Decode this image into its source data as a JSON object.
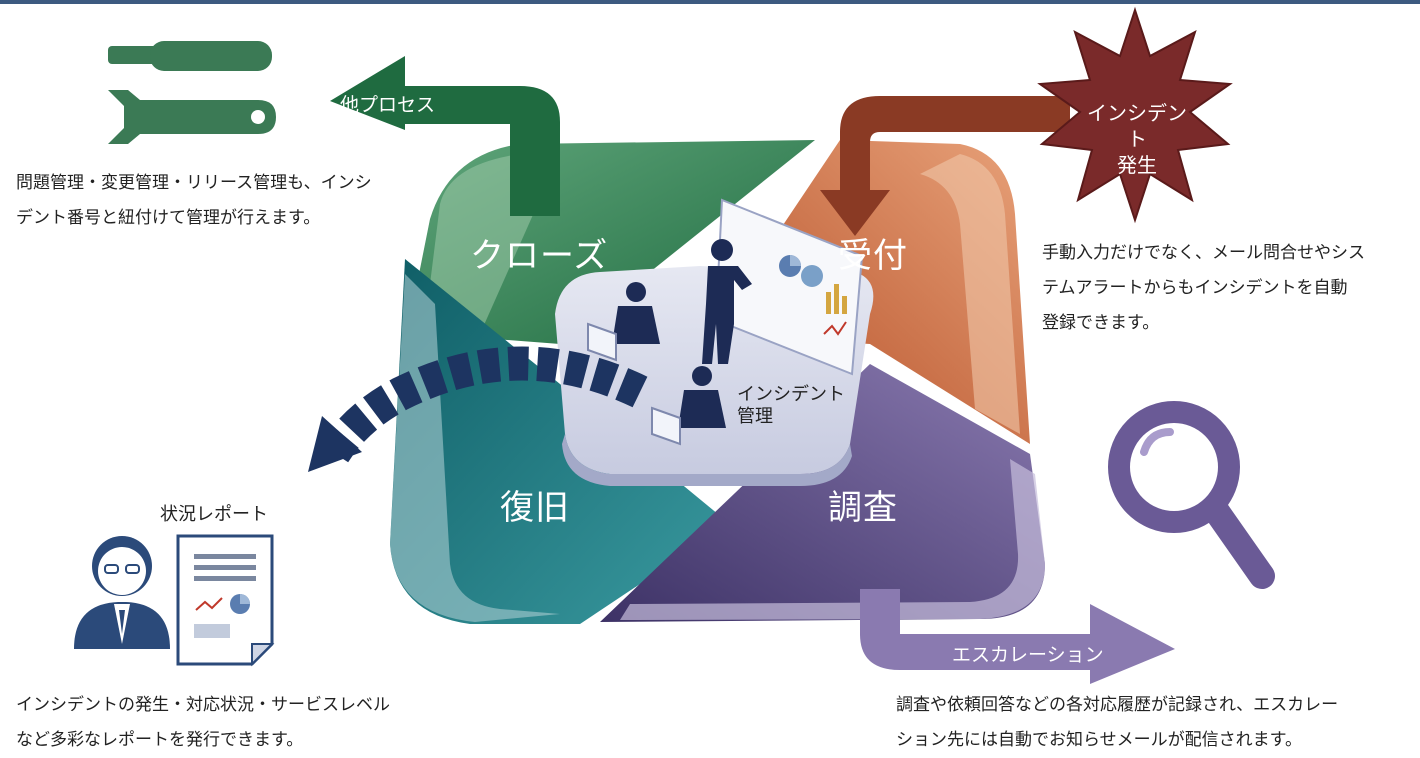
{
  "phases": {
    "close": "クローズ",
    "accept": "受付",
    "recover": "復旧",
    "investigate": "調査"
  },
  "center": {
    "line1": "インシデント",
    "line2": "管理"
  },
  "incident_burst": {
    "line1": "インシデント",
    "line2": "発生"
  },
  "arrows": {
    "other_process": "他プロセス",
    "escalation": "エスカレーション"
  },
  "report_label": "状況レポート",
  "descriptions": {
    "top_left": [
      "問題管理・変更管理・リリース管理も、インシ",
      "デント番号と紐付けて管理が行えます。"
    ],
    "right": [
      "手動入力だけでなく、メール問合せやシス",
      "テムアラートからもインシデントを自動",
      "登録できます。"
    ],
    "bottom_left": [
      "インシデントの発生・対応状況・サービスレベル",
      "など多彩なレポートを発行できます。"
    ],
    "bottom_right": [
      "調査や依頼回答などの各対応履歴が記録され、エスカレー",
      "ション先には自動でお知らせメールが配信されます。"
    ]
  },
  "colors": {
    "close": "#2a7a4f",
    "accept": "#c05a2e",
    "recover": "#1f7a7a",
    "investigate": "#5a4d82",
    "burst": "#7a2a2a",
    "report_arrow": "#1d3461",
    "tools": "#3b7a55",
    "magnifier": "#6a5a96"
  }
}
